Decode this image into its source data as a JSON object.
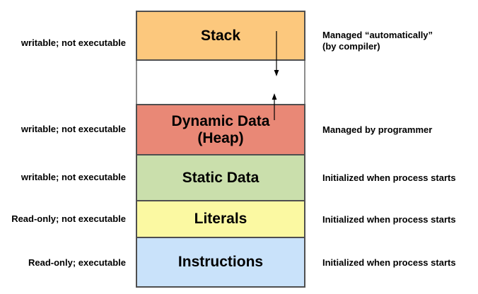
{
  "colors": {
    "background": "#ffffff",
    "box_border": "#4f4f4f",
    "gap_border": "#8c8c8c",
    "arrow": "#000000",
    "text": "#000000",
    "stack": "#fcc87d",
    "heap": "#e98876",
    "static_data": "#cadfac",
    "literals": "#fbf9a2",
    "instructions": "#c9e2fa"
  },
  "segments": [
    {
      "id": "stack",
      "title_lines": [
        "Stack"
      ],
      "color": "#fcc87d",
      "left_label": "writable; not executable",
      "right_label_lines": [
        "Managed “automatically”",
        "(by compiler)"
      ]
    },
    {
      "id": "unused-gap",
      "title_lines": [],
      "color": "#ffffff",
      "left_label": "",
      "right_label_lines": []
    },
    {
      "id": "heap",
      "title_lines": [
        "Dynamic Data",
        "(Heap)"
      ],
      "color": "#e98876",
      "left_label": "writable; not executable",
      "right_label_lines": [
        "Managed by programmer"
      ]
    },
    {
      "id": "static-data",
      "title_lines": [
        "Static Data"
      ],
      "color": "#cadfac",
      "left_label": "writable; not executable",
      "right_label_lines": [
        "Initialized when process starts"
      ]
    },
    {
      "id": "literals",
      "title_lines": [
        "Literals"
      ],
      "color": "#fbf9a2",
      "left_label": "Read-only; not executable",
      "right_label_lines": [
        "Initialized when process starts"
      ]
    },
    {
      "id": "instructions",
      "title_lines": [
        "Instructions"
      ],
      "color": "#c9e2fa",
      "left_label": "Read-only; executable",
      "right_label_lines": [
        "Initialized when process starts"
      ]
    }
  ],
  "icons": {
    "down_arrow": "stack-grows-down-arrow",
    "up_arrow": "heap-grows-up-arrow"
  }
}
